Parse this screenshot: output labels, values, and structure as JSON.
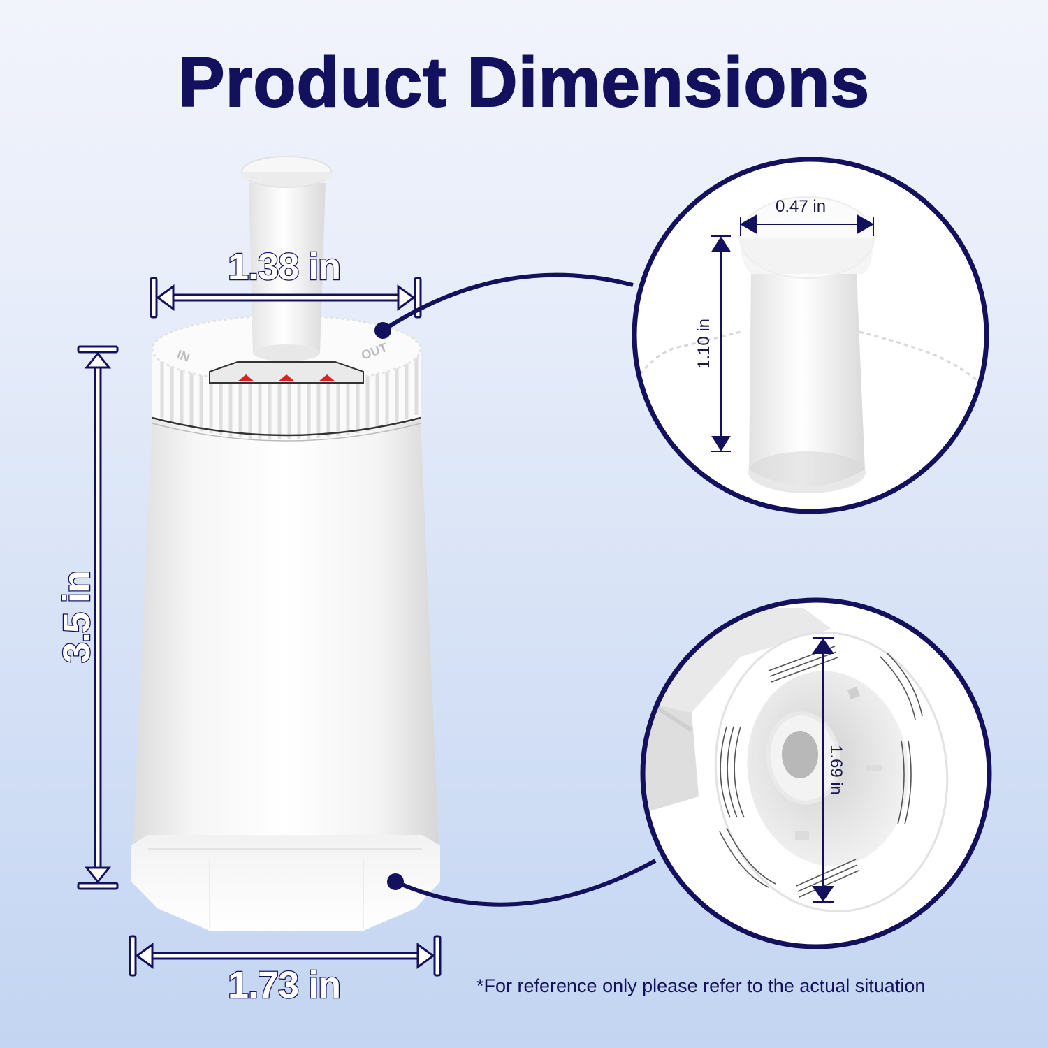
{
  "title": "Product Dimensions",
  "product": {
    "name": "water-filter-cartridge",
    "dimensions": {
      "cap_width": "1.38 in",
      "height": "3.5 in",
      "base_width": "1.73 in"
    },
    "cap_labels": {
      "left": "IN",
      "right": "OUT"
    }
  },
  "detail_top": {
    "label": "stem-detail",
    "width": "0.47 in",
    "height": "1.10 in"
  },
  "detail_bottom": {
    "label": "base-detail",
    "diameter": "1.69 in"
  },
  "footnote": "*For reference only please refer to the actual situation",
  "colors": {
    "navy": "#13115e",
    "bg_top": "#f1f4fb",
    "bg_bottom": "#c3d5f2",
    "product_white": "#ffffff",
    "cap_indicator_red": "#e02020"
  }
}
